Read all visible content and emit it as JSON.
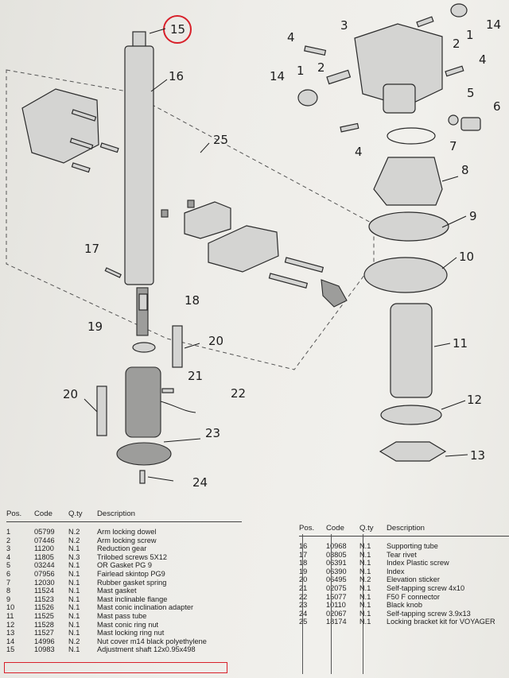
{
  "callouts": [
    "15",
    "16",
    "25",
    "3",
    "1",
    "14",
    "4",
    "2",
    "1",
    "2",
    "4",
    "14",
    "4",
    "5",
    "6",
    "7",
    "8",
    "9",
    "10",
    "11",
    "12",
    "13",
    "17",
    "18",
    "19",
    "20",
    "21",
    "22",
    "20",
    "23",
    "24"
  ],
  "table_headers": {
    "pos": "Pos.",
    "code": "Code",
    "qty": "Q.ty",
    "desc": "Description"
  },
  "table_left": [
    {
      "pos": "1",
      "code": "05799",
      "qty": "N.2",
      "desc": "Arm locking dowel"
    },
    {
      "pos": "2",
      "code": "07446",
      "qty": "N.2",
      "desc": "Arm locking screw"
    },
    {
      "pos": "3",
      "code": "11200",
      "qty": "N.1",
      "desc": "Reduction gear"
    },
    {
      "pos": "4",
      "code": "11805",
      "qty": "N.3",
      "desc": "Trilobed screws 5X12"
    },
    {
      "pos": "5",
      "code": "03244",
      "qty": "N.1",
      "desc": "OR Gasket PG 9"
    },
    {
      "pos": "6",
      "code": "07956",
      "qty": "N.1",
      "desc": "Fairlead skintop PG9"
    },
    {
      "pos": "7",
      "code": "12030",
      "qty": "N.1",
      "desc": "Rubber gasket spring"
    },
    {
      "pos": "8",
      "code": "11524",
      "qty": "N.1",
      "desc": "Mast gasket"
    },
    {
      "pos": "9",
      "code": "11523",
      "qty": "N.1",
      "desc": "Mast inclinable flange"
    },
    {
      "pos": "10",
      "code": "11526",
      "qty": "N.1",
      "desc": "Mast conic inclination adapter"
    },
    {
      "pos": "11",
      "code": "11525",
      "qty": "N.1",
      "desc": "Mast pass tube"
    },
    {
      "pos": "12",
      "code": "11528",
      "qty": "N.1",
      "desc": "Mast conic ring nut"
    },
    {
      "pos": "13",
      "code": "11527",
      "qty": "N.1",
      "desc": "Mast locking ring nut"
    },
    {
      "pos": "14",
      "code": "14996",
      "qty": "N.2",
      "desc": "Nut cover m14 black polyethylene"
    },
    {
      "pos": "15",
      "code": "10983",
      "qty": "N.1",
      "desc": "Adjustment shaft 12x0.95x498"
    }
  ],
  "table_right": [
    {
      "pos": "16",
      "code": "10968",
      "qty": "N.1",
      "desc": "Supporting tube"
    },
    {
      "pos": "17",
      "code": "03805",
      "qty": "N.1",
      "desc": "Tear rivet"
    },
    {
      "pos": "18",
      "code": "06391",
      "qty": "N.1",
      "desc": "Index Plastic screw"
    },
    {
      "pos": "19",
      "code": "06390",
      "qty": "N.1",
      "desc": "Index"
    },
    {
      "pos": "20",
      "code": "06495",
      "qty": "N.2",
      "desc": "Elevation sticker"
    },
    {
      "pos": "21",
      "code": "02075",
      "qty": "N.1",
      "desc": "Self-tapping screw 4x10"
    },
    {
      "pos": "22",
      "code": "15077",
      "qty": "N.1",
      "desc": "F50 F connector"
    },
    {
      "pos": "23",
      "code": "10110",
      "qty": "N.1",
      "desc": "Black knob"
    },
    {
      "pos": "24",
      "code": "02067",
      "qty": "N.1",
      "desc": "Self-tapping screw 3.9x13"
    },
    {
      "pos": "25",
      "code": "18174",
      "qty": "N.1",
      "desc": "Locking bracket kit for VOYAGER"
    }
  ],
  "colors": {
    "highlight": "#d8202a",
    "ink": "#1d1d1d",
    "paper": "#efeeea"
  }
}
